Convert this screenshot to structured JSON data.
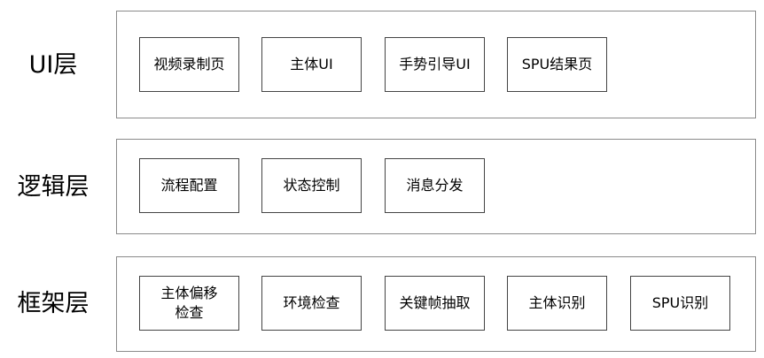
{
  "layers": [
    {
      "label": "UI层",
      "modules": [
        "视频录制页",
        "主体UI",
        "手势引导UI",
        "SPU结果页"
      ]
    },
    {
      "label": "逻辑层",
      "modules": [
        "流程配置",
        "状态控制",
        "消息分发"
      ]
    },
    {
      "label": "框架层",
      "modules": [
        "主体偏移检查",
        "环境检查",
        "关键帧抽取",
        "主体识别",
        "SPU识别"
      ]
    }
  ]
}
